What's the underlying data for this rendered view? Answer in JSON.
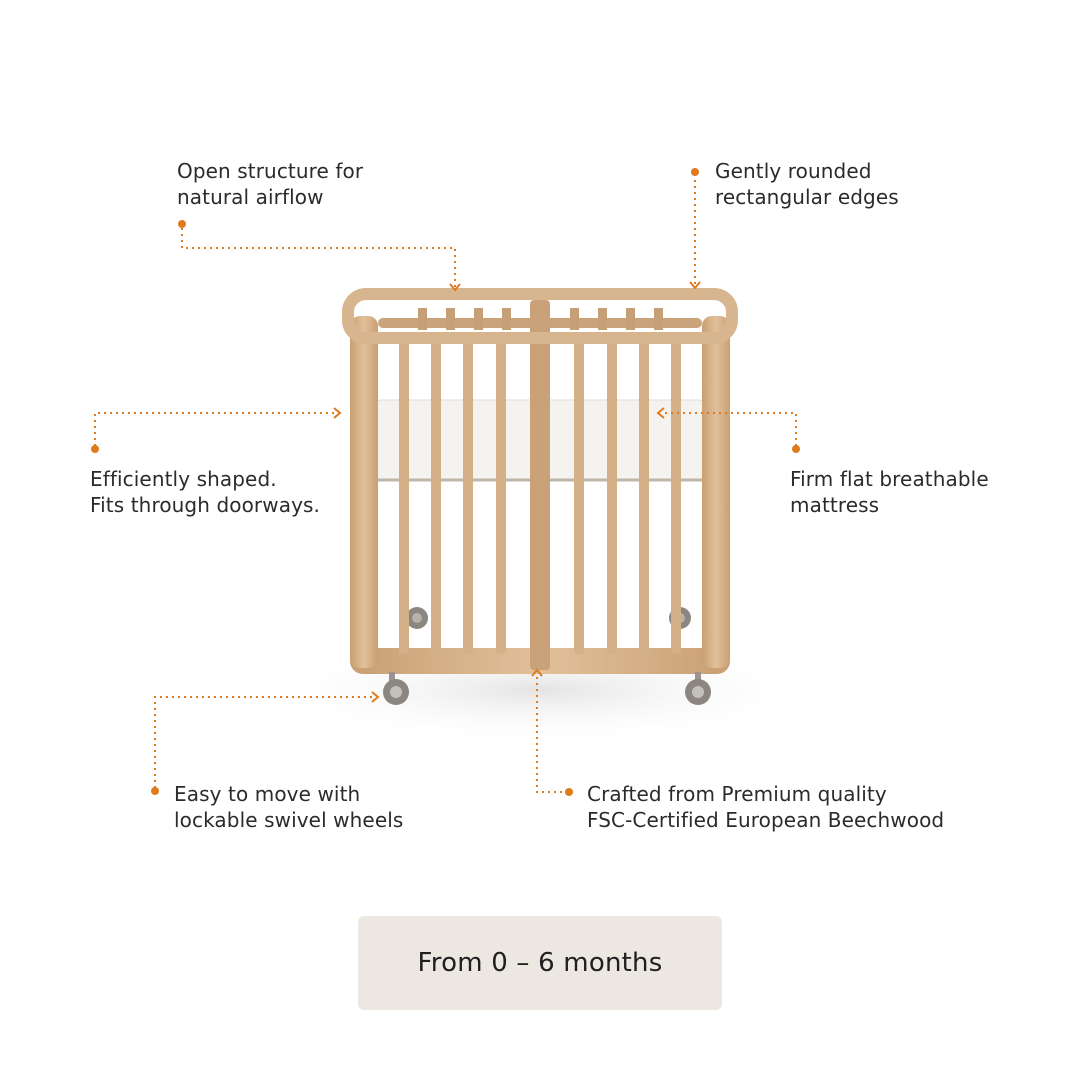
{
  "features": {
    "airflow": {
      "line1": "Open structure for",
      "line2": "natural airflow"
    },
    "edges": {
      "line1": "Gently rounded",
      "line2": "rectangular edges"
    },
    "shape": {
      "line1": "Efficiently shaped.",
      "line2": "Fits through doorways."
    },
    "mattress": {
      "line1": "Firm flat breathable",
      "line2": "mattress"
    },
    "wheels": {
      "line1": "Easy to move with",
      "line2": "lockable swivel wheels"
    },
    "material": {
      "line1": "Crafted from Premium quality",
      "line2": "FSC-Certified European Beechwood"
    }
  },
  "badge": {
    "label": "From 0 – 6 months"
  },
  "colors": {
    "accent": "#e07a1e",
    "wood": "#d2ae85",
    "badge_bg": "#ece7e1",
    "text": "#2b2b2b"
  }
}
